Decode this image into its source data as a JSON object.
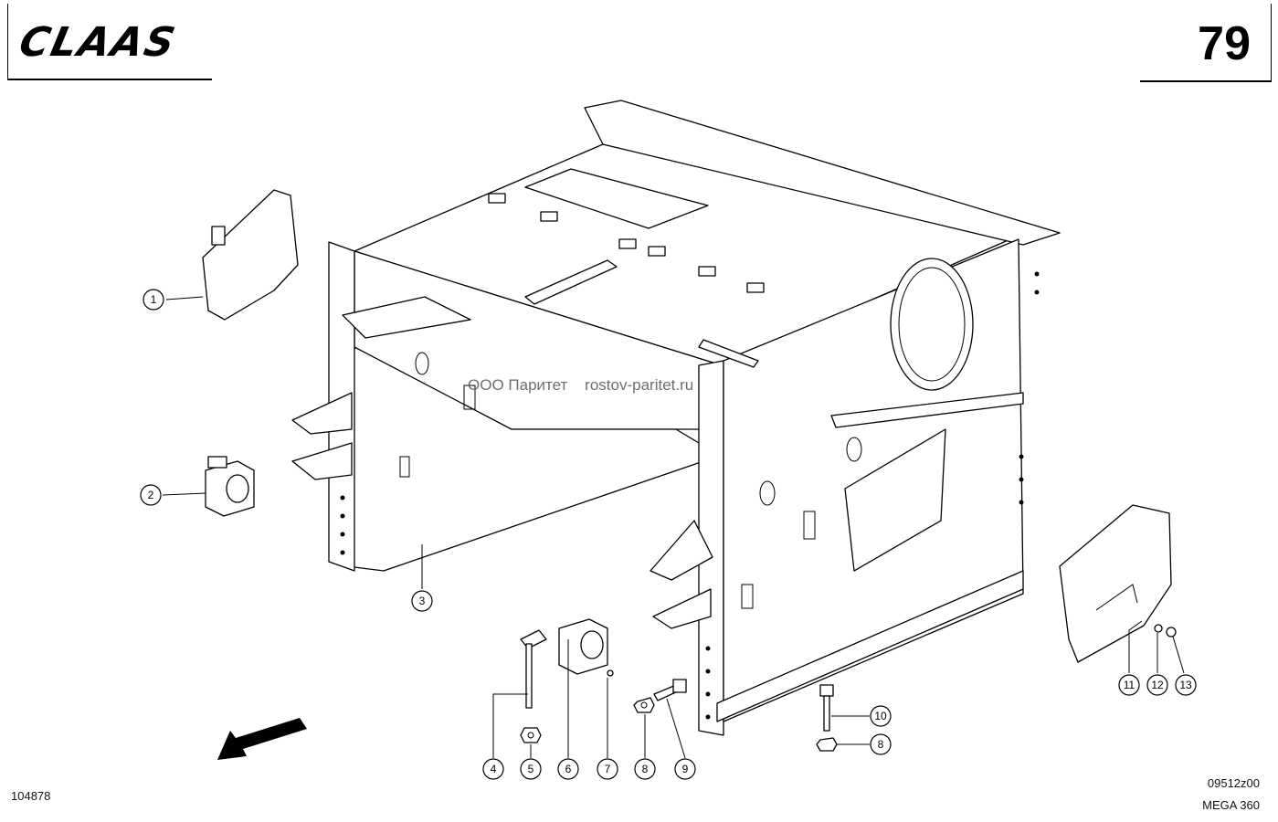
{
  "header": {
    "brand": "CLAAS",
    "page_number": "79"
  },
  "watermark": "ООО Паритет    rostov-paritet.ru",
  "footer": {
    "drawing_number": "104878",
    "sheet_code": "09512z00",
    "model": "MEGA 360"
  },
  "callouts": [
    "1",
    "2",
    "3",
    "4",
    "5",
    "6",
    "7",
    "8",
    "9",
    "8",
    "10",
    "11",
    "12",
    "13"
  ]
}
